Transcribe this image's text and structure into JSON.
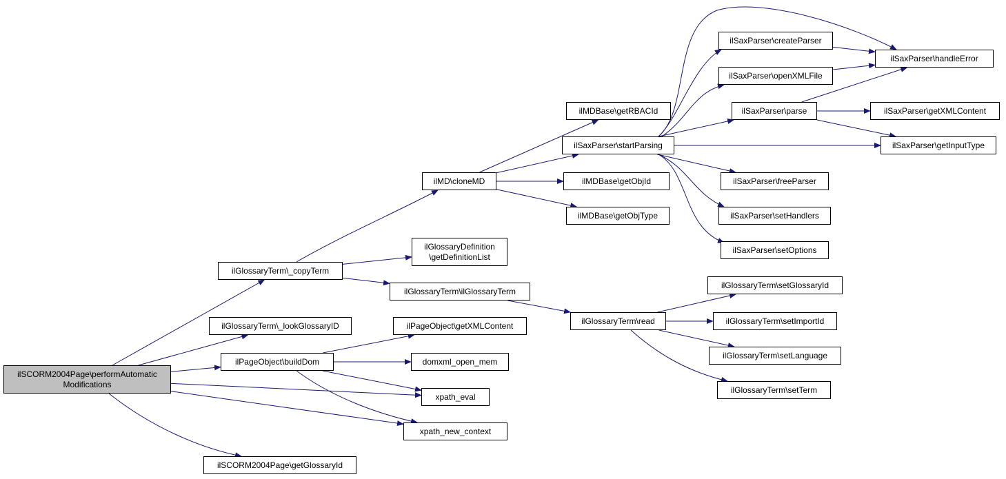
{
  "colors": {
    "edge": "#191970",
    "root_fill": "#bfbfbf",
    "node_fill": "#ffffff",
    "border": "#000000"
  },
  "nodes": [
    {
      "id": "root",
      "lines": [
        "ilSCORM2004Page\\performAutomatic",
        "Modifications"
      ],
      "root": true
    },
    {
      "id": "copyTerm",
      "lines": [
        "ilGlossaryTerm\\_copyTerm"
      ]
    },
    {
      "id": "lookGlossaryID",
      "lines": [
        "ilGlossaryTerm\\_lookGlossaryID"
      ]
    },
    {
      "id": "buildDom",
      "lines": [
        "ilPageObject\\buildDom"
      ]
    },
    {
      "id": "getGlossaryIdPage",
      "lines": [
        "ilSCORM2004Page\\getGlossaryId"
      ]
    },
    {
      "id": "cloneMD",
      "lines": [
        "ilMD\\cloneMD"
      ]
    },
    {
      "id": "getDefinitionList",
      "lines": [
        "ilGlossaryDefinition",
        "\\getDefinitionList"
      ]
    },
    {
      "id": "ilGlossaryTermCtor",
      "lines": [
        "ilGlossaryTerm\\ilGlossaryTerm"
      ]
    },
    {
      "id": "getXMLContentPage",
      "lines": [
        "ilPageObject\\getXMLContent"
      ]
    },
    {
      "id": "domxml",
      "lines": [
        "domxml_open_mem"
      ]
    },
    {
      "id": "xpathEval",
      "lines": [
        "xpath_eval"
      ]
    },
    {
      "id": "xpathNew",
      "lines": [
        "xpath_new_context"
      ]
    },
    {
      "id": "getRBACId",
      "lines": [
        "ilMDBase\\getRBACId"
      ]
    },
    {
      "id": "startParsing",
      "lines": [
        "ilSaxParser\\startParsing"
      ]
    },
    {
      "id": "getObjId",
      "lines": [
        "ilMDBase\\getObjId"
      ]
    },
    {
      "id": "getObjType",
      "lines": [
        "ilMDBase\\getObjType"
      ]
    },
    {
      "id": "read",
      "lines": [
        "ilGlossaryTerm\\read"
      ]
    },
    {
      "id": "createParser",
      "lines": [
        "ilSaxParser\\createParser"
      ]
    },
    {
      "id": "openXMLFile",
      "lines": [
        "ilSaxParser\\openXMLFile"
      ]
    },
    {
      "id": "parse",
      "lines": [
        "ilSaxParser\\parse"
      ]
    },
    {
      "id": "freeParser",
      "lines": [
        "ilSaxParser\\freeParser"
      ]
    },
    {
      "id": "setHandlers",
      "lines": [
        "ilSaxParser\\setHandlers"
      ]
    },
    {
      "id": "setOptions",
      "lines": [
        "ilSaxParser\\setOptions"
      ]
    },
    {
      "id": "handleError",
      "lines": [
        "ilSaxParser\\handleError"
      ]
    },
    {
      "id": "getXMLContentSax",
      "lines": [
        "ilSaxParser\\getXMLContent"
      ]
    },
    {
      "id": "getInputType",
      "lines": [
        "ilSaxParser\\getInputType"
      ]
    },
    {
      "id": "setGlossaryId",
      "lines": [
        "ilGlossaryTerm\\setGlossaryId"
      ]
    },
    {
      "id": "setImportId",
      "lines": [
        "ilGlossaryTerm\\setImportId"
      ]
    },
    {
      "id": "setLanguage",
      "lines": [
        "ilGlossaryTerm\\setLanguage"
      ]
    },
    {
      "id": "setTerm",
      "lines": [
        "ilGlossaryTerm\\setTerm"
      ]
    }
  ],
  "edges": [
    {
      "from": "root",
      "to": "copyTerm"
    },
    {
      "from": "root",
      "to": "lookGlossaryID"
    },
    {
      "from": "root",
      "to": "buildDom"
    },
    {
      "from": "root",
      "to": "xpathEval"
    },
    {
      "from": "root",
      "to": "xpathNew"
    },
    {
      "from": "root",
      "to": "getGlossaryIdPage"
    },
    {
      "from": "copyTerm",
      "to": "cloneMD"
    },
    {
      "from": "copyTerm",
      "to": "getDefinitionList"
    },
    {
      "from": "copyTerm",
      "to": "ilGlossaryTermCtor"
    },
    {
      "from": "cloneMD",
      "to": "getRBACId"
    },
    {
      "from": "cloneMD",
      "to": "startParsing"
    },
    {
      "from": "cloneMD",
      "to": "getObjId"
    },
    {
      "from": "cloneMD",
      "to": "getObjType"
    },
    {
      "from": "startParsing",
      "to": "createParser"
    },
    {
      "from": "startParsing",
      "to": "handleError"
    },
    {
      "from": "startParsing",
      "to": "openXMLFile"
    },
    {
      "from": "startParsing",
      "to": "parse"
    },
    {
      "from": "startParsing",
      "to": "getInputType"
    },
    {
      "from": "startParsing",
      "to": "freeParser"
    },
    {
      "from": "startParsing",
      "to": "setHandlers"
    },
    {
      "from": "startParsing",
      "to": "setOptions"
    },
    {
      "from": "createParser",
      "to": "handleError"
    },
    {
      "from": "openXMLFile",
      "to": "handleError"
    },
    {
      "from": "parse",
      "to": "handleError"
    },
    {
      "from": "parse",
      "to": "getXMLContentSax"
    },
    {
      "from": "parse",
      "to": "getInputType"
    },
    {
      "from": "ilGlossaryTermCtor",
      "to": "read"
    },
    {
      "from": "read",
      "to": "setGlossaryId"
    },
    {
      "from": "read",
      "to": "setImportId"
    },
    {
      "from": "read",
      "to": "setLanguage"
    },
    {
      "from": "read",
      "to": "setTerm"
    },
    {
      "from": "buildDom",
      "to": "getXMLContentPage"
    },
    {
      "from": "buildDom",
      "to": "domxml"
    },
    {
      "from": "buildDom",
      "to": "xpathEval"
    },
    {
      "from": "buildDom",
      "to": "xpathNew"
    }
  ]
}
